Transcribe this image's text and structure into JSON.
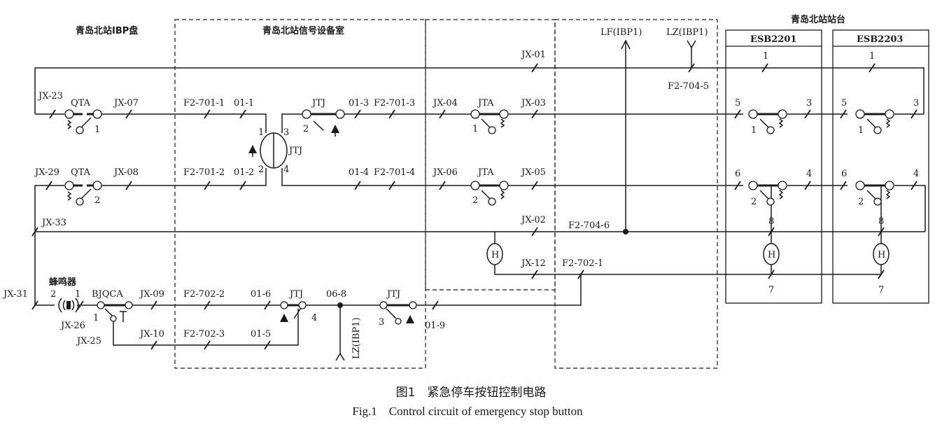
{
  "headers": {
    "ibp": "青岛北站IBP盘",
    "signal_room": "青岛北站信号设备室",
    "platform": "青岛北站站台",
    "esb1": "ESB2201",
    "esb2": "ESB2203"
  },
  "caption": {
    "cn": "图1　紧急停车按钮控制电路",
    "en": "Fig.1　Control circuit of emergency stop button"
  },
  "terminals": {
    "jx01": "JX-01",
    "jx02": "JX-02",
    "jx03": "JX-03",
    "jx04": "JX-04",
    "jx05": "JX-05",
    "jx06": "JX-06",
    "jx07": "JX-07",
    "jx08": "JX-08",
    "jx09": "JX-09",
    "jx10": "JX-10",
    "jx12": "JX-12",
    "jx23": "JX-23",
    "jx25": "JX-25",
    "jx26": "JX-26",
    "jx29": "JX-29",
    "jx31": "JX-31",
    "jx33": "JX-33",
    "f2_701_1": "F2-701-1",
    "f2_701_2": "F2-701-2",
    "f2_701_3": "F2-701-3",
    "f2_701_4": "F2-701-4",
    "f2_702_1": "F2-702-1",
    "f2_702_2": "F2-702-2",
    "f2_702_3": "F2-702-3",
    "f2_704_5": "F2-704-5",
    "f2_704_6": "F2-704-6",
    "t01_1": "01-1",
    "t01_2": "01-2",
    "t01_3": "01-3",
    "t01_4": "01-4",
    "t01_5": "01-5",
    "t01_6": "01-6",
    "t01_9": "01-9",
    "t06_8": "06-8"
  },
  "devices": {
    "qta": "QTA",
    "jtj": "JTJ",
    "jta": "JTA",
    "bjqca": "BJQCA",
    "buzzer": "蜂鸣器",
    "lf": "LF(IBP1)",
    "lz": "LZ(IBP1)",
    "lamp": "H"
  },
  "pins": {
    "p1": "1",
    "p2": "2",
    "p3": "3",
    "p4": "4",
    "p5": "5",
    "p6": "6",
    "p7": "7",
    "p8": "8"
  }
}
